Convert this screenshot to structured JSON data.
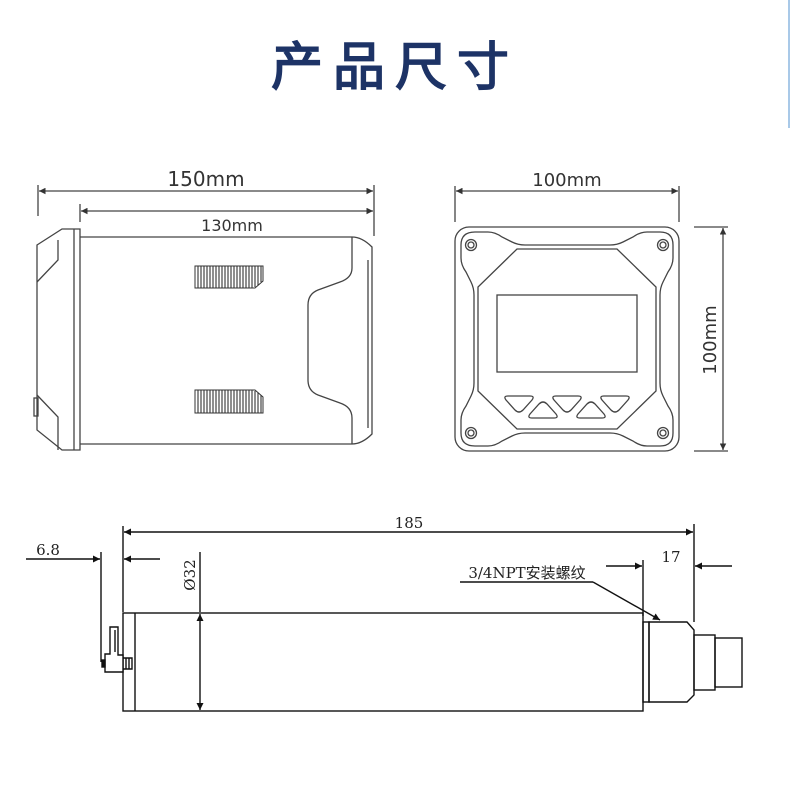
{
  "title": "产品尺寸",
  "colors": {
    "title": "#1d3366",
    "line": "#333333",
    "edge_accent": "#a9c9e8",
    "background": "#ffffff"
  },
  "side_view": {
    "overall_length": "150mm",
    "body_length": "130mm"
  },
  "front_view": {
    "width": "100mm",
    "height": "100mm",
    "buttons": [
      "down",
      "up",
      "down",
      "up",
      "down"
    ],
    "screw_holes": 4
  },
  "sensor_view": {
    "total_length": "185",
    "cap_offset": "6.8",
    "diameter": "Ø32",
    "thread_length": "17",
    "thread_label": "3/4NPT安装螺纹"
  }
}
